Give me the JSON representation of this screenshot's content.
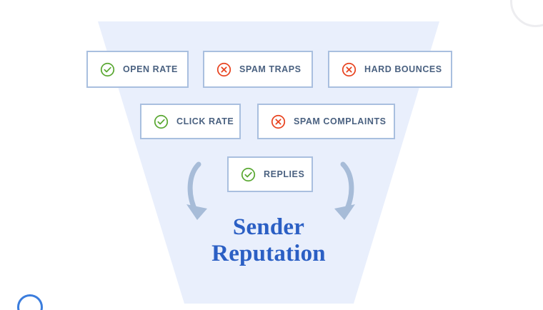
{
  "diagram": {
    "title_lines": [
      "Sender",
      "Reputation"
    ],
    "headline_color": "#2b5fc4",
    "funnel_fill": "#e9effc",
    "box_border_color": "#a9bfdf",
    "positive_icon_color": "#5aa832",
    "negative_icon_color": "#e8431f",
    "arrow_color": "#a7bcd8",
    "metrics": [
      {
        "label": "OPEN RATE",
        "status": "positive",
        "icon": "check-circle-icon"
      },
      {
        "label": "SPAM TRAPS",
        "status": "negative",
        "icon": "x-circle-icon"
      },
      {
        "label": "HARD BOUNCES",
        "status": "negative",
        "icon": "x-circle-icon"
      },
      {
        "label": "CLICK RATE",
        "status": "positive",
        "icon": "check-circle-icon"
      },
      {
        "label": "SPAM COMPLAINTS",
        "status": "negative",
        "icon": "x-circle-icon"
      },
      {
        "label": "REPLIES",
        "status": "positive",
        "icon": "check-circle-icon"
      }
    ]
  }
}
